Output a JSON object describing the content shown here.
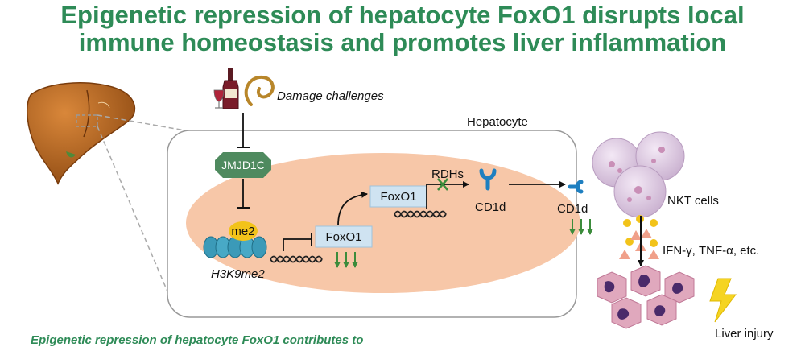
{
  "title": {
    "line1": "Epigenetic repression of hepatocyte FoxO1 disrupts local",
    "line2": "immune homeostasis and promotes liver inflammation"
  },
  "labels": {
    "damage": "Damage challenges",
    "hepatocyte": "Hepatocyte",
    "jmjd1c": "JMJD1C",
    "me2": "me2",
    "h3k9me2": "H3K9me2",
    "foxo1_lower": "FoxO1",
    "foxo1_upper": "FoxO1",
    "rdhs": "RDHs",
    "cd1d_inner": "CD1d",
    "cd1d_outer": "CD1d",
    "nkt": "NKT cells",
    "cytokines": "IFN-γ, TNF-α, etc.",
    "injury": "Liver injury"
  },
  "footer": "Epigenetic repression of hepatocyte FoxO1 contributes to",
  "colors": {
    "title": "#2e8b57",
    "nucleus": "#f7c7a8",
    "jmjd1c": "#4f8a5f",
    "foxo1_box": "#cfe3f1",
    "cd1d": "#1e7fc0",
    "nkt_cell": "#dcc8e0",
    "injured_cell": "#e0a8bd",
    "down_arrow": "#3c8c3c",
    "lightning": "#f5d422",
    "cytokine_dot": "#f2c31a",
    "cytokine_tri": "#f0a08a"
  }
}
